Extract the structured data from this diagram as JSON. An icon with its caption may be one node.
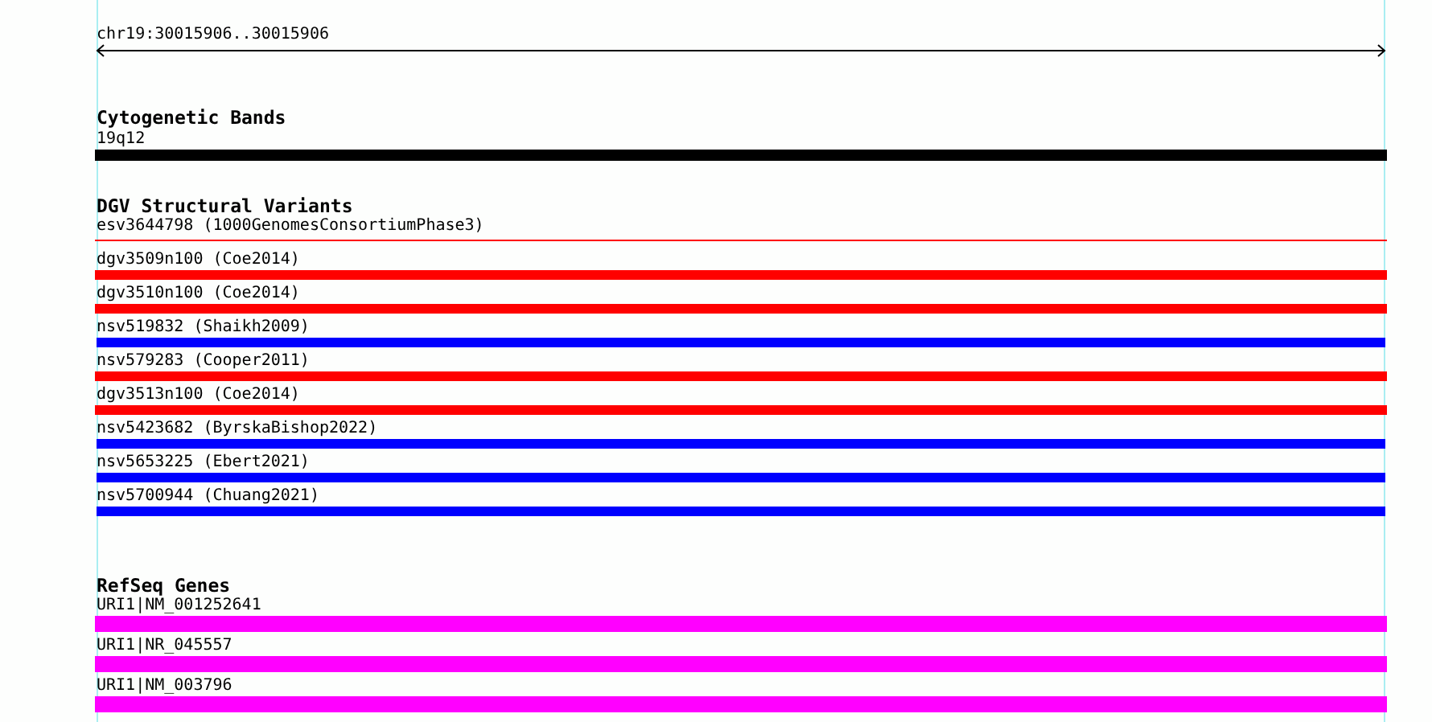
{
  "diagram": {
    "nodes": [
      {
        "text": [
          "19q12"
        ]
      },
      {
        "text": [
          "esv3644798 (1000GenomesConsortiumPhase3)"
        ]
      },
      {
        "text": [
          "dgv3509n100 (Coe2014)"
        ]
      },
      {
        "text": [
          "dgv3510n100 (Coe2014)"
        ]
      },
      {
        "text": [
          "nsv519832 (Shaikh2009)"
        ]
      },
      {
        "text": [
          "nsv579283 (Cooper2011)"
        ]
      },
      {
        "text": [
          "dgv3513n100 (Coe2014)"
        ]
      },
      {
        "text": [
          "nsv5423682 (ByrskaBishop2022)"
        ]
      },
      {
        "text": [
          "nsv5653225 (Ebert2021)"
        ]
      },
      {
        "text": [
          "nsv5700944 (Chuang2021)"
        ]
      },
      {
        "text": [
          "URI1|NM_001252641"
        ]
      },
      {
        "text": [
          "URI1|NR_045557"
        ]
      },
      {
        "text": [
          "URI1|NM_003796"
        ]
      }
    ],
    "labels": [
      "chr19:30015906..30015906",
      "Cytogenetic Bands",
      "DGV Structural Variants",
      "RefSeq Genes"
    ]
  }
}
